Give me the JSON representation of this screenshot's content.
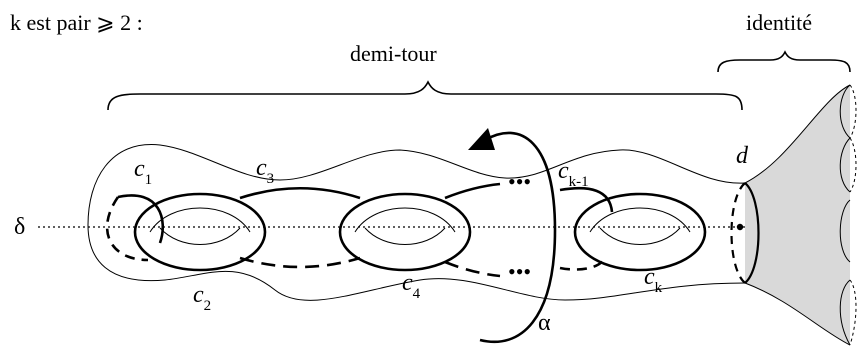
{
  "header": {
    "condition": "k est pair ⩾ 2 :"
  },
  "braces": {
    "half_turn": "demi-tour",
    "identity": "identité"
  },
  "labels": {
    "delta": "δ",
    "d": "d",
    "alpha": "α",
    "c1": {
      "base": "c",
      "sub": "1"
    },
    "c2": {
      "base": "c",
      "sub": "2"
    },
    "c3": {
      "base": "c",
      "sub": "3"
    },
    "c4": {
      "base": "c",
      "sub": "4"
    },
    "ck1": {
      "base": "c",
      "sub": "k-1"
    },
    "ck": {
      "base": "c",
      "sub": "k"
    }
  },
  "ellipses": {
    "top": "•••",
    "bottom": "•••"
  },
  "colors": {
    "ink": "#000000",
    "shade": "#d9d9d9"
  }
}
